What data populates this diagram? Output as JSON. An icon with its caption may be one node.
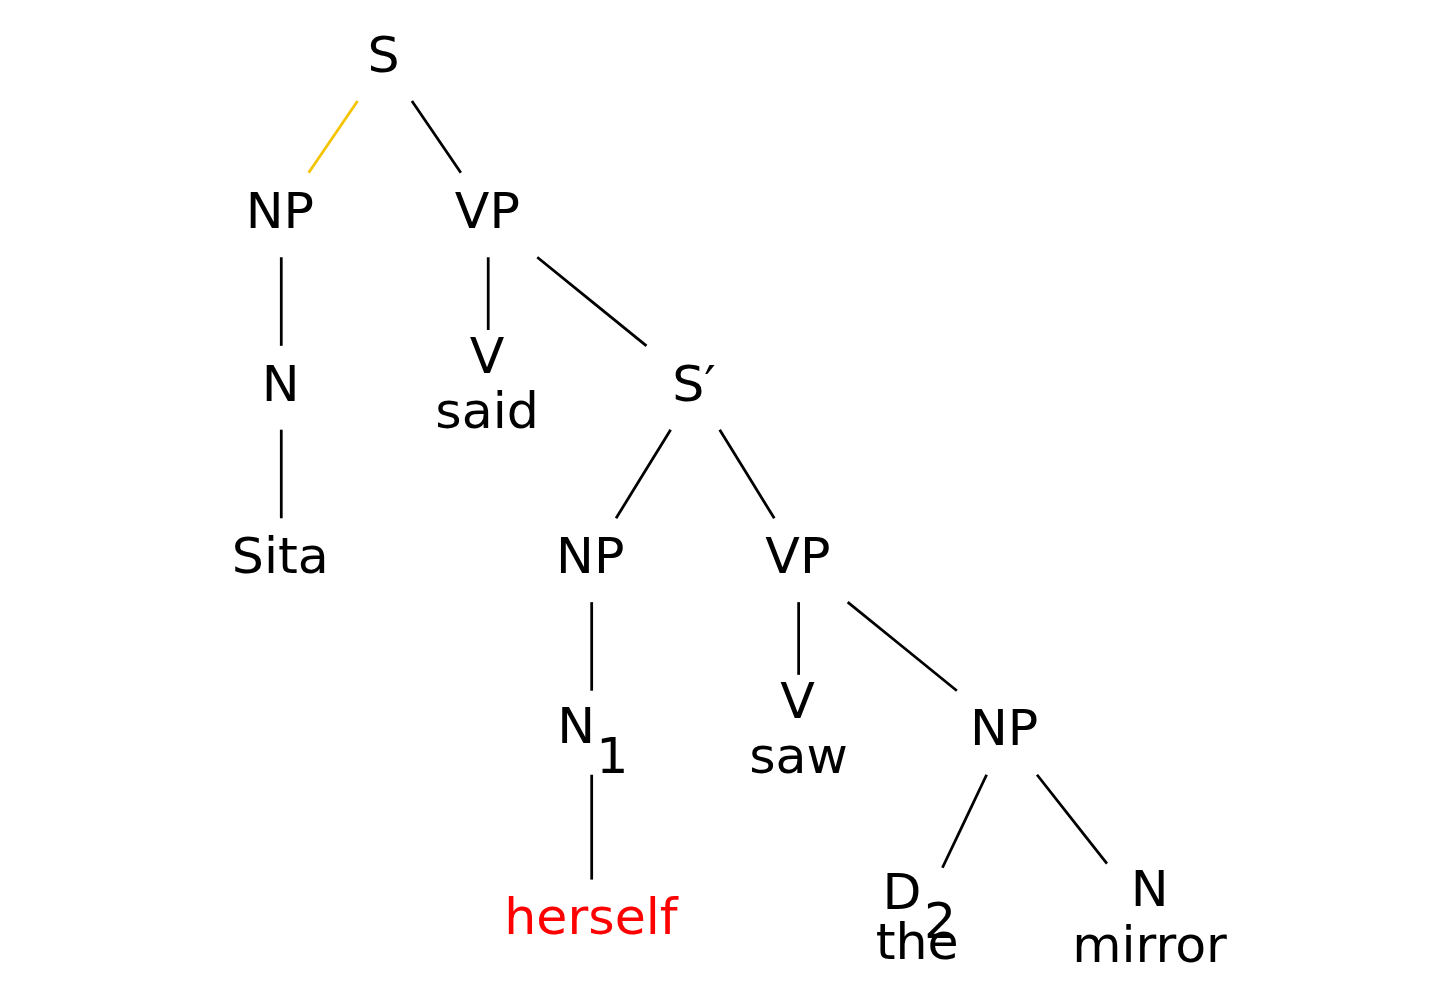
{
  "diagram": {
    "nodes": [
      {
        "text": [
          "S"
        ]
      },
      {
        "text": [
          "NP"
        ]
      },
      {
        "text": [
          "VP"
        ]
      },
      {
        "text": [
          "N"
        ]
      },
      {
        "text": [
          "V",
          "said"
        ]
      },
      {
        "text": [
          "S′"
        ]
      },
      {
        "text": [
          "Sita"
        ]
      },
      {
        "text": [
          "NP"
        ]
      },
      {
        "text": [
          "VP"
        ]
      },
      {
        "text": [
          "V",
          "saw"
        ]
      },
      {
        "text": [
          "NP"
        ]
      },
      {
        "text": [
          "N$_{1}$"
        ]
      },
      {
        "text": [
          "D$_{2}$",
          "the"
        ]
      },
      {
        "text": [
          "N",
          "mirror"
        ]
      },
      {
        "text": [
          "herself"
        ]
      }
    ],
    "edges": [
      {
        "from": 0,
        "to": 1,
        "arrow": "none",
        "color": "#f5c400"
      },
      {
        "from": 0,
        "to": 2,
        "arrow": "none"
      },
      {
        "from": 1,
        "to": 3,
        "arrow": "none"
      },
      {
        "from": 3,
        "to": 6,
        "arrow": "none"
      },
      {
        "from": 2,
        "to": 4,
        "arrow": "none"
      },
      {
        "from": 2,
        "to": 5,
        "arrow": "none"
      },
      {
        "from": 5,
        "to": 7,
        "arrow": "none"
      },
      {
        "from": 5,
        "to": 8,
        "arrow": "none"
      },
      {
        "from": 7,
        "to": 11,
        "arrow": "none"
      },
      {
        "from": 11,
        "to": 14,
        "arrow": "none"
      },
      {
        "from": 8,
        "to": 9,
        "arrow": "none"
      },
      {
        "from": 8,
        "to": 10,
        "arrow": "none"
      },
      {
        "from": 10,
        "to": 12,
        "arrow": "none"
      },
      {
        "from": 10,
        "to": 13,
        "arrow": "none"
      }
    ]
  }
}
